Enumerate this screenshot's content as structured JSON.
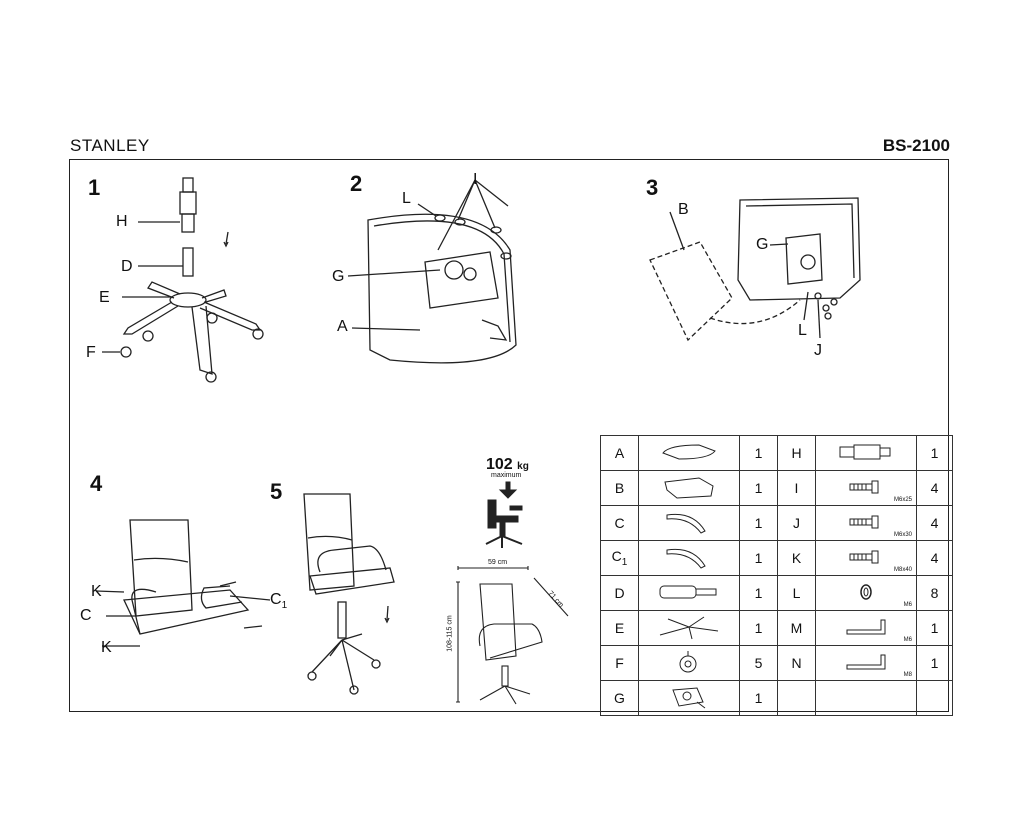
{
  "header": {
    "title": "STANLEY",
    "code": "BS-2100"
  },
  "steps": [
    "1",
    "2",
    "3",
    "4",
    "5"
  ],
  "step1": {
    "labels": [
      "H",
      "D",
      "E",
      "F"
    ]
  },
  "step2": {
    "labels": [
      "I",
      "L",
      "G",
      "A"
    ]
  },
  "step3": {
    "labels": [
      "B",
      "G",
      "L",
      "J"
    ]
  },
  "step4": {
    "labels": [
      "K",
      "C",
      "K"
    ],
    "c1": "C",
    "c1_sub": "1"
  },
  "max_load": {
    "value": "102",
    "unit": "kg",
    "note": "maximum"
  },
  "dimensions": {
    "width": "59 cm",
    "depth": "71 cm",
    "height": "108-115 cm"
  },
  "parts": [
    {
      "left": {
        "letter": "A",
        "icon": "seat-icon",
        "qty": "1"
      },
      "right": {
        "letter": "H",
        "icon": "gas-cover-icon",
        "qty": "1",
        "size": ""
      }
    },
    {
      "left": {
        "letter": "B",
        "icon": "backrest-icon",
        "qty": "1"
      },
      "right": {
        "letter": "I",
        "icon": "bolt-icon",
        "qty": "4",
        "size": "M6x25"
      }
    },
    {
      "left": {
        "letter": "C",
        "icon": "armrest-icon",
        "qty": "1"
      },
      "right": {
        "letter": "J",
        "icon": "bolt-icon",
        "qty": "4",
        "size": "M6x30"
      }
    },
    {
      "left": {
        "letter": "C",
        "sub": "1",
        "icon": "armrest-icon",
        "qty": "1"
      },
      "right": {
        "letter": "K",
        "icon": "bolt-icon",
        "qty": "4",
        "size": "M8x40"
      }
    },
    {
      "left": {
        "letter": "D",
        "icon": "gas-lift-icon",
        "qty": "1"
      },
      "right": {
        "letter": "L",
        "icon": "washer-icon",
        "qty": "8",
        "size": "M6"
      }
    },
    {
      "left": {
        "letter": "E",
        "icon": "base-icon",
        "qty": "1"
      },
      "right": {
        "letter": "M",
        "icon": "allen-key-icon",
        "qty": "1",
        "size": "M6"
      }
    },
    {
      "left": {
        "letter": "F",
        "icon": "caster-icon",
        "qty": "5"
      },
      "right": {
        "letter": "N",
        "icon": "allen-key-icon",
        "qty": "1",
        "size": "M8"
      }
    },
    {
      "left": {
        "letter": "G",
        "icon": "mechanism-icon",
        "qty": "1"
      },
      "right": {
        "letter": "",
        "icon": "",
        "qty": "",
        "size": ""
      }
    }
  ]
}
